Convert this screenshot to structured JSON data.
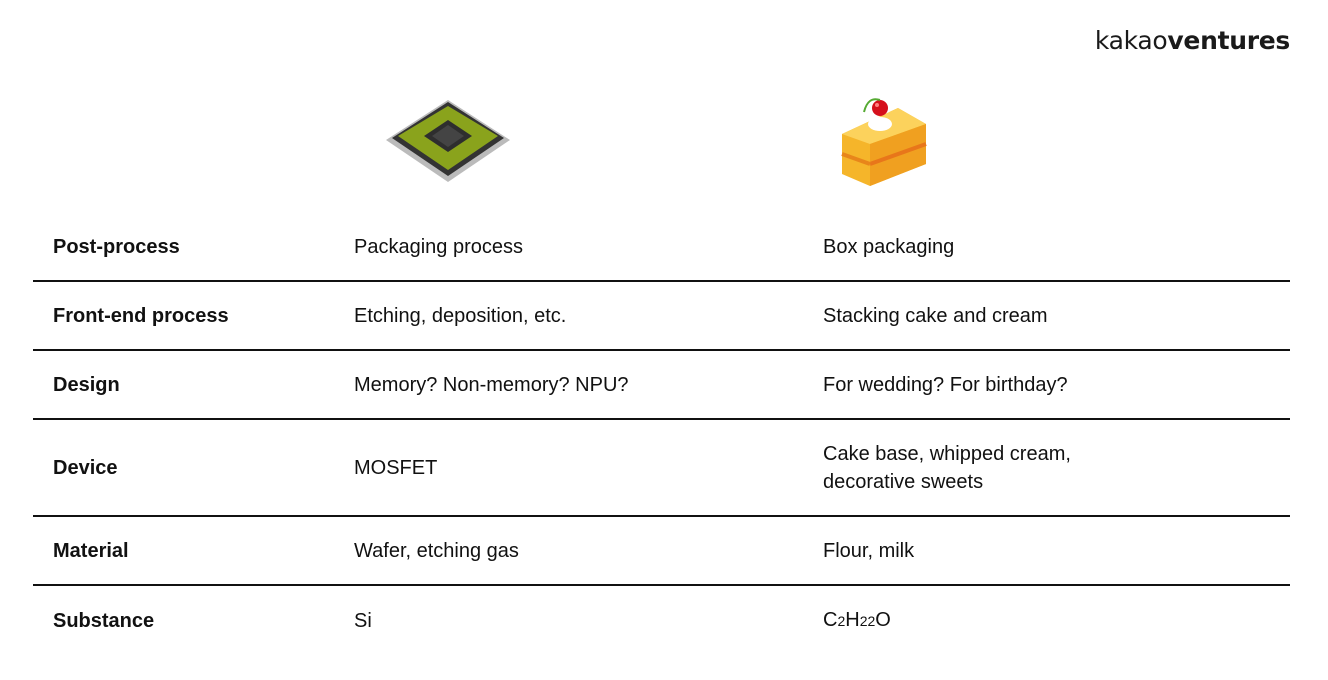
{
  "logo": {
    "light": "kakao",
    "bold": "ventures"
  },
  "columns": [
    {
      "icon": "semiconductor-chip-icon"
    },
    {
      "icon": "cake-slice-icon"
    }
  ],
  "rows": [
    {
      "label": "Post-process",
      "chip": "Packaging process",
      "cake": "Box packaging"
    },
    {
      "label": "Front-end process",
      "chip": "Etching, deposition, etc.",
      "cake": "Stacking cake and cream"
    },
    {
      "label": "Design",
      "chip": "Memory? Non-memory? NPU?",
      "cake": "For wedding? For birthday?"
    },
    {
      "label": "Device",
      "chip": "MOSFET",
      "cake_lines": [
        "Cake base, whipped cream,",
        "decorative sweets"
      ]
    },
    {
      "label": "Material",
      "chip": "Wafer, etching gas",
      "cake": "Flour, milk"
    },
    {
      "label": "Substance",
      "chip": "Si",
      "cake_formula": {
        "a": "C",
        "b": "2",
        "c": "H",
        "d": "22",
        "e": "O"
      }
    }
  ]
}
